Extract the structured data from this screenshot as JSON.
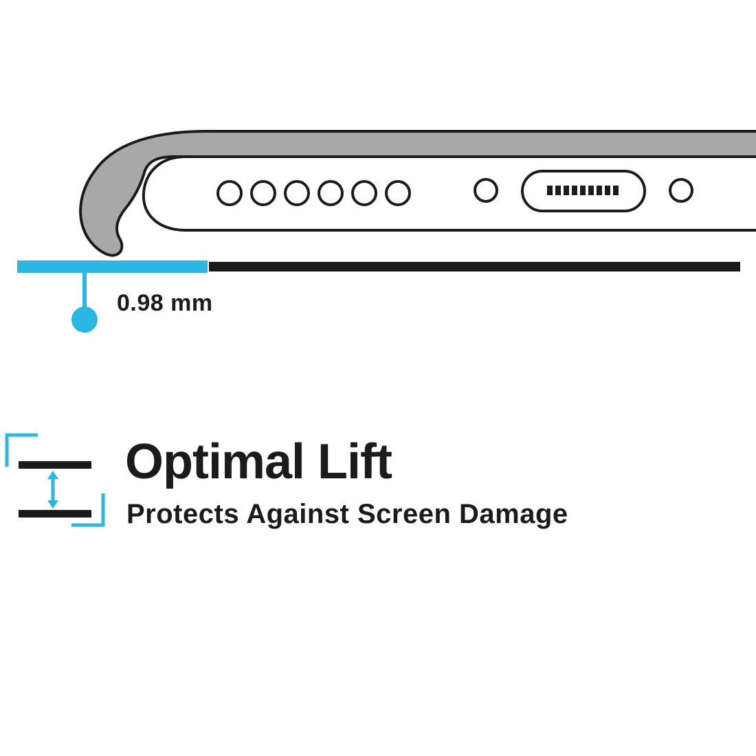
{
  "colors": {
    "accent": "#29b8e5",
    "ink": "#1b1b1b",
    "case_gray": "#a8a8a8",
    "white": "#ffffff"
  },
  "measurement": {
    "label": "0.98 mm"
  },
  "feature": {
    "title": "Optimal Lift",
    "subtitle": "Protects Against Screen Damage"
  },
  "icons": {
    "lift_gap": "lift-gap-icon",
    "phone_edge": "phone-bottom-edge-illustration"
  }
}
